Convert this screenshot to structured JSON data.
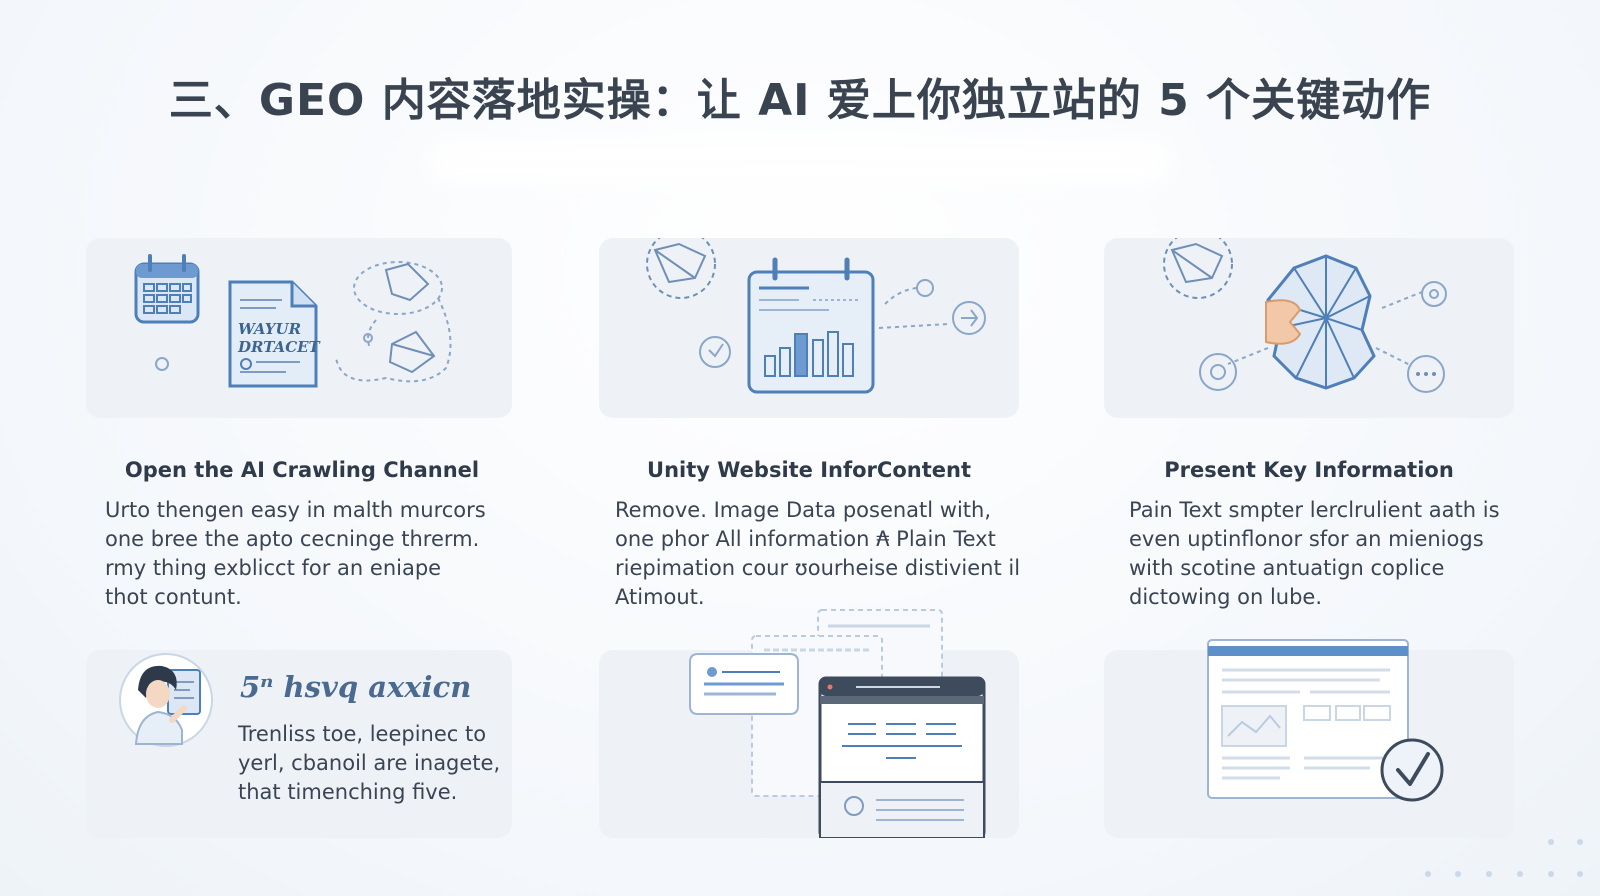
{
  "title": "三、GEO 内容落地实操：让 AI 爱上你独立站的 5 个关键动作",
  "cards": [
    {
      "heading": "Open the AI Crawling Channel",
      "doc_label_1": "WAYUR",
      "doc_label_2": "DRTACET",
      "body": [
        "Urto thengen easy in malth murcors",
        "one bree the apto cecninge threrm.",
        "rmy thing exblicct for an eniape",
        "thot contunt."
      ]
    },
    {
      "heading": "Unity Website InforContent",
      "body": [
        "Remove. Image Data posenatl with,",
        "one phor  All information ₳ Plain Text",
        "riepimation cour ʊourheise distivient il",
        "Atimout."
      ]
    },
    {
      "heading": "Present Key Information",
      "body": [
        "Pain Text smpter lerclrulient aath is",
        "even uptinflonor sfor an mieniogs",
        "with scotine antuatign coplice",
        "dictowing on lube."
      ]
    }
  ],
  "bottom_card": {
    "handwritten": "5ⁿ hsvq axxicn",
    "body": [
      "Trenliss toe, leepinec to",
      "yerl, cbanoil are inagete,",
      "that timenching five."
    ]
  },
  "colors": {
    "accent": "#4f86c6",
    "card_bg": "#eef2f7",
    "line": "#7f9cc0"
  }
}
